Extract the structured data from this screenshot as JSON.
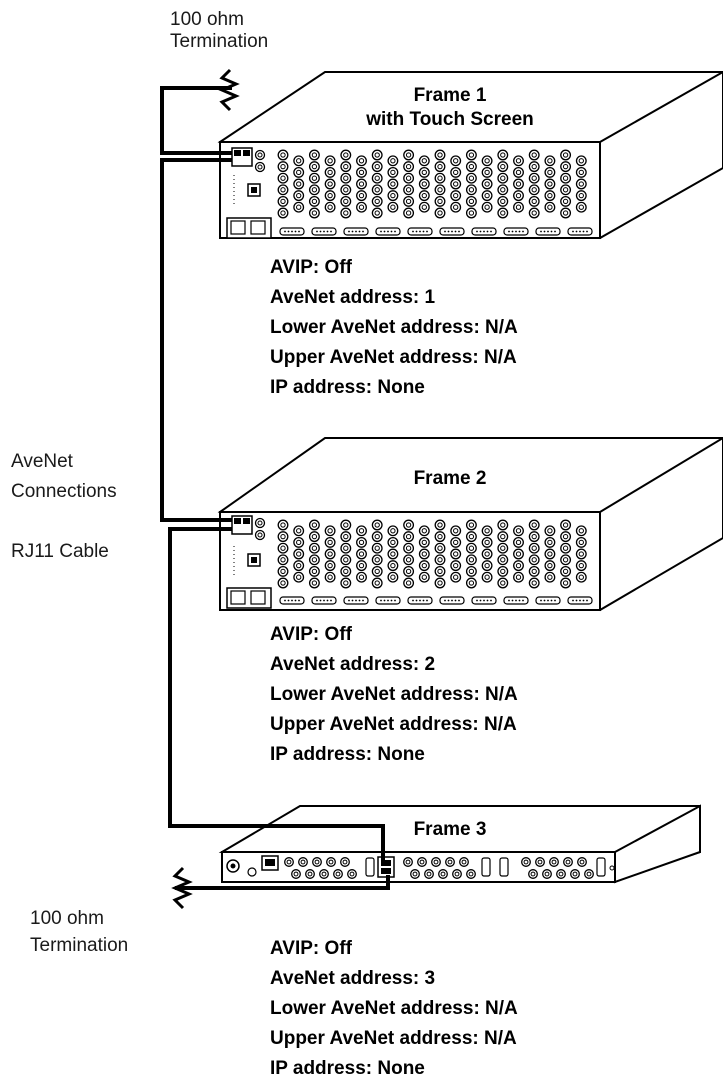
{
  "side_labels": {
    "top_termination": [
      "100 ohm",
      "Termination"
    ],
    "connections": [
      "AveNet",
      "Connections"
    ],
    "cable": "RJ11 Cable",
    "bottom_termination": [
      "100 ohm",
      "Termination"
    ]
  },
  "frames": [
    {
      "title": [
        "Frame 1",
        "with Touch Screen"
      ],
      "settings": [
        "AVIP: Off",
        "AveNet address: 1",
        "Lower AveNet address: N/A",
        "Upper AveNet address: N/A",
        "IP address: None"
      ]
    },
    {
      "title": [
        "Frame 2"
      ],
      "settings": [
        "AVIP: Off",
        "AveNet address: 2",
        "Lower AveNet address: N/A",
        "Upper AveNet address: N/A",
        "IP address: None"
      ]
    },
    {
      "title": [
        "Frame 3"
      ],
      "settings": [
        "AVIP: Off",
        "AveNet address: 3",
        "Lower AveNet address: N/A",
        "Upper AveNet address: N/A",
        "IP address: None"
      ]
    }
  ]
}
